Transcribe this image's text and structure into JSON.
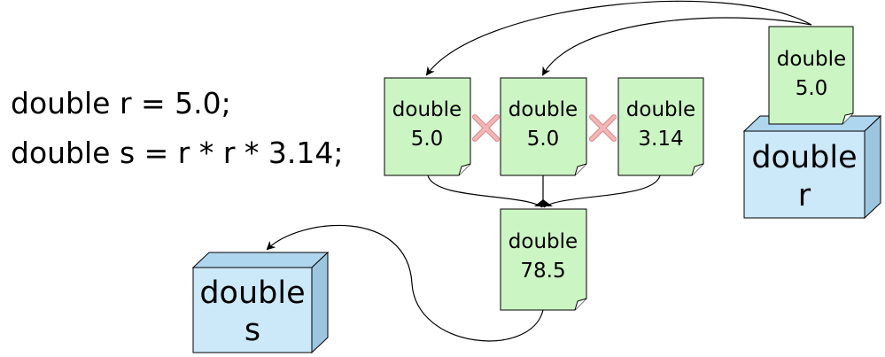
{
  "code": {
    "line1": "double r = 5.0;",
    "line2": "double s = r * r * 3.14;"
  },
  "notes": {
    "n1": {
      "type": "double",
      "value": "5.0"
    },
    "n2": {
      "type": "double",
      "value": "5.0"
    },
    "n3": {
      "type": "double",
      "value": "3.14"
    },
    "n4": {
      "type": "double",
      "value": "5.0"
    },
    "n5": {
      "type": "double",
      "value": "78.5"
    }
  },
  "boxes": {
    "r": {
      "type": "double",
      "name": "r"
    },
    "s": {
      "type": "double",
      "name": "s"
    }
  },
  "colors": {
    "note_fill": "#ccf5c4",
    "box_front": "#cce9fa",
    "box_top": "#aed6ee",
    "box_side": "#9cc6e0",
    "multiply_x": "#f2b6b6"
  }
}
